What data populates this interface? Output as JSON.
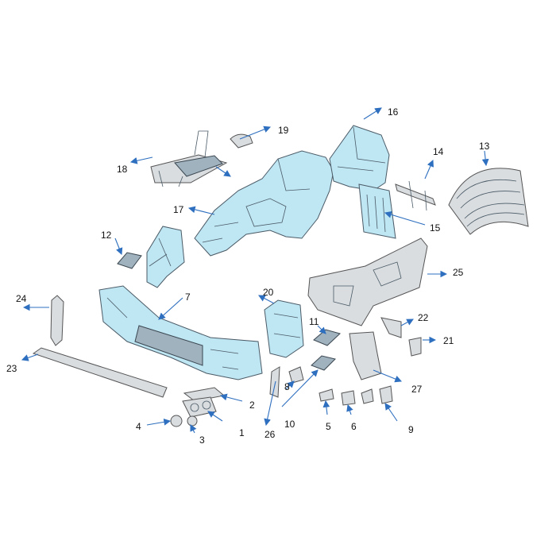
{
  "labels": [
    "1",
    "2",
    "3",
    "4",
    "5",
    "6",
    "7",
    "8",
    "9",
    "10",
    "11",
    "12",
    "13",
    "14",
    "15",
    "16",
    "17",
    "18",
    "19",
    "20",
    "21",
    "22",
    "23",
    "24",
    "25",
    "26",
    "27"
  ],
  "colors": {
    "part_fill": "#bfe6f3",
    "arrow": "#2e6fbf",
    "outline": "#4a5a66"
  }
}
